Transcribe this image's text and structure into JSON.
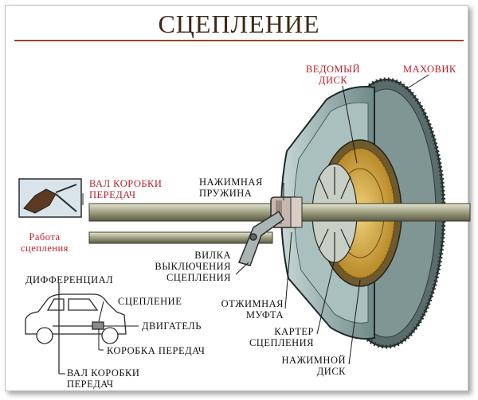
{
  "title": "СЦЕПЛЕНИЕ",
  "labels": {
    "driven_disc": [
      "ВЕДОМЫЙ",
      "ДИСК"
    ],
    "flywheel": "МАХОВИК",
    "gearbox_shaft": [
      "ВАЛ КОРОБКИ",
      "ПЕРЕДАЧ"
    ],
    "pressure_spring": [
      "НАЖИМНАЯ",
      "ПРУЖИНА"
    ],
    "clutch_work": [
      "Работа",
      "сцепления"
    ],
    "release_fork": [
      "ВИЛКА",
      "ВЫКЛЮЧЕНИЯ",
      "СЦЕПЛЕНИЯ"
    ],
    "release_bearing": [
      "ОТЖИМНАЯ",
      "МУФТА"
    ],
    "clutch_housing": [
      "КАРТЕР",
      "СЦЕПЛЕНИЯ"
    ],
    "pressure_plate": [
      "НАЖИМНОЙ",
      "ДИСК"
    ]
  },
  "car_inset": {
    "differential": "ДИФФЕРЕНЦИАЛ",
    "clutch": "СЦЕПЛЕНИЕ",
    "engine": "ДВИГАТЕЛЬ",
    "gearbox": "КОРОБКА ПЕРЕДАЧ",
    "shaft": [
      "ВАЛ КОРОБКИ",
      "ПЕРЕДАЧ"
    ]
  },
  "colors": {
    "label_red": "#b8202a",
    "title_rule": "#8b4a2a",
    "housing": "#9fb6b4",
    "shaft": "#b5b59a",
    "friction_disc": "#d8b04a"
  }
}
